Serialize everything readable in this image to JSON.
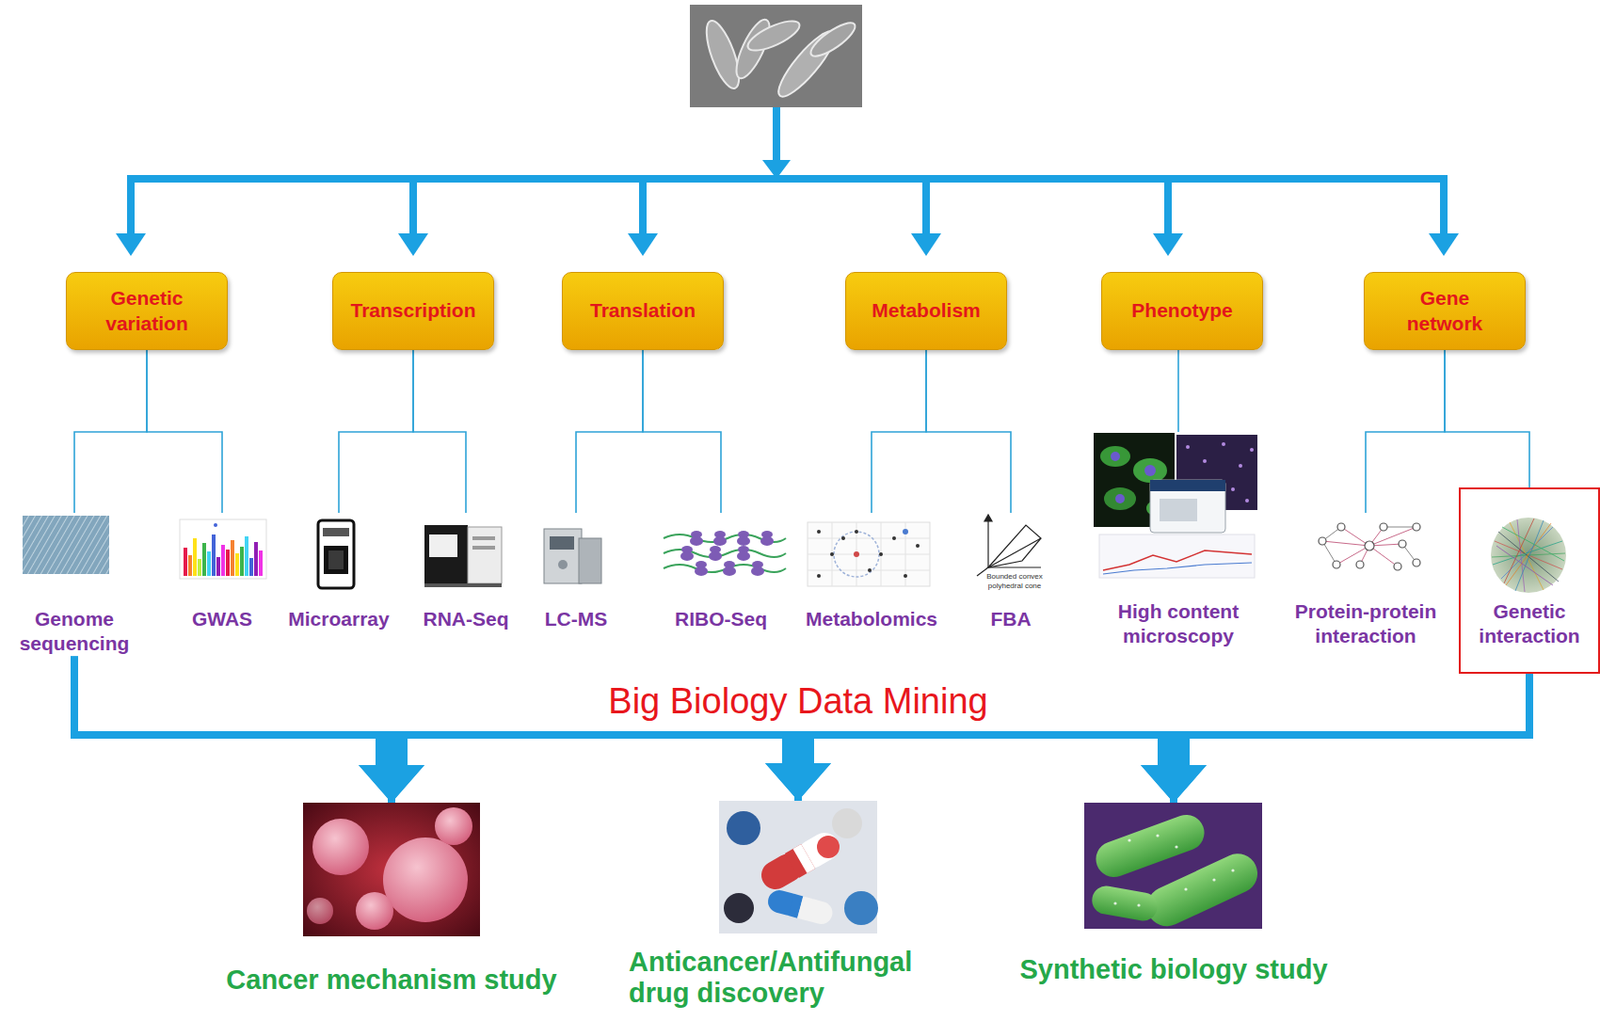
{
  "diagram": {
    "nodes": [
      {
        "text": [
          "Genetic variation"
        ]
      },
      {
        "text": [
          "Transcription"
        ]
      },
      {
        "text": [
          "Translation"
        ]
      },
      {
        "text": [
          "Metabolism"
        ]
      },
      {
        "text": [
          "Phenotype"
        ]
      },
      {
        "text": [
          "Gene network"
        ]
      },
      {
        "text": [
          "Genome sequencing"
        ]
      },
      {
        "text": [
          "GWAS"
        ]
      },
      {
        "text": [
          "Microarray"
        ]
      },
      {
        "text": [
          "RNA-Seq"
        ]
      },
      {
        "text": [
          "LC-MS"
        ]
      },
      {
        "text": [
          "RIBO-Seq"
        ]
      },
      {
        "text": [
          "Metabolomics"
        ]
      },
      {
        "text": [
          "FBA"
        ]
      },
      {
        "text": [
          "High content microscopy"
        ]
      },
      {
        "text": [
          "Protein-protein interaction"
        ]
      },
      {
        "text": [
          "Genetic interaction"
        ]
      },
      {
        "text": [
          "Cancer mechanism study"
        ]
      },
      {
        "text": [
          "Anticancer/Antifungal drug discovery"
        ]
      },
      {
        "text": [
          "Synthetic biology study"
        ]
      }
    ],
    "edges": [
      {
        "from": 0,
        "to": 6,
        "arrow": "none"
      },
      {
        "from": 0,
        "to": 7,
        "arrow": "none"
      },
      {
        "from": 1,
        "to": 8,
        "arrow": "none"
      },
      {
        "from": 1,
        "to": 9,
        "arrow": "none"
      },
      {
        "from": 2,
        "to": 10,
        "arrow": "none"
      },
      {
        "from": 2,
        "to": 11,
        "arrow": "none"
      },
      {
        "from": 3,
        "to": 12,
        "arrow": "none"
      },
      {
        "from": 3,
        "to": 13,
        "arrow": "none"
      },
      {
        "from": 4,
        "to": 14,
        "arrow": "none"
      },
      {
        "from": 5,
        "to": 15,
        "arrow": "none"
      },
      {
        "from": 5,
        "to": 16,
        "arrow": "none"
      },
      {
        "from": 6,
        "to": 17,
        "arrow": "to"
      },
      {
        "from": 6,
        "to": 18,
        "arrow": "to"
      },
      {
        "from": 6,
        "to": 19,
        "arrow": "to"
      },
      {
        "from": 16,
        "to": 17,
        "arrow": "to"
      },
      {
        "from": 16,
        "to": 18,
        "arrow": "to"
      },
      {
        "from": 16,
        "to": 19,
        "arrow": "to"
      }
    ],
    "labels": [
      "Big Biology Data Mining",
      "Bounded convex polyhedral cone"
    ]
  }
}
